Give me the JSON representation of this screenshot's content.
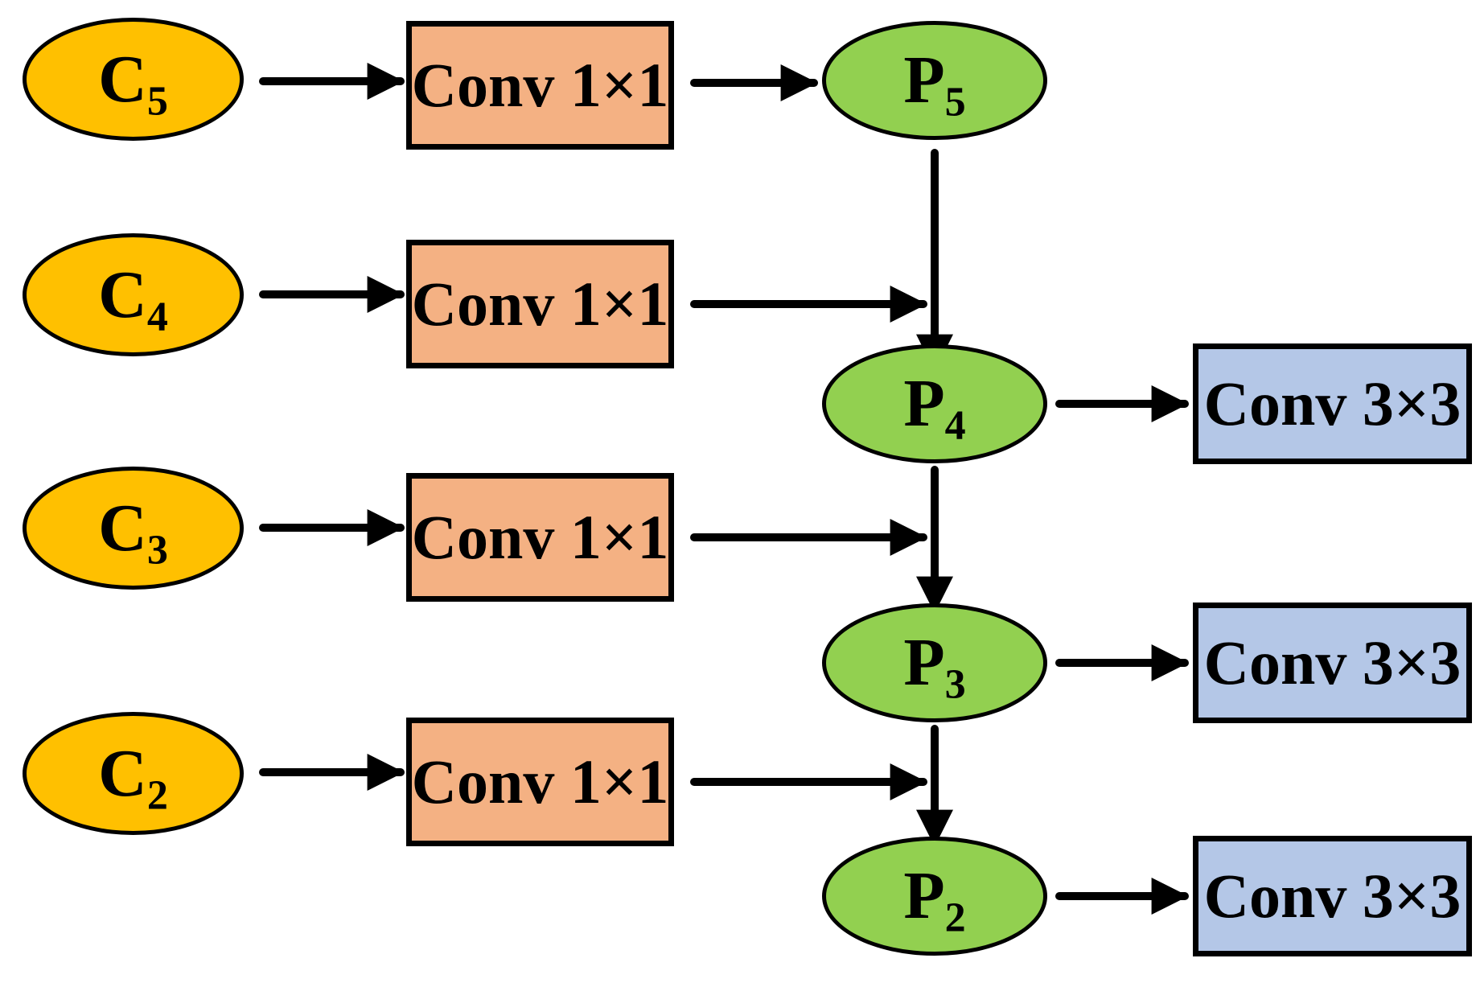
{
  "colors": {
    "c_ellipse_fill": "#FFC000",
    "p_ellipse_fill": "#92D050",
    "conv1x1_box_fill": "#F4B183",
    "conv3x3_box_fill": "#B4C7E7",
    "arrow_color": "#000000"
  },
  "nodes": {
    "c": [
      {
        "main": "C",
        "sub": "5"
      },
      {
        "main": "C",
        "sub": "4"
      },
      {
        "main": "C",
        "sub": "3"
      },
      {
        "main": "C",
        "sub": "2"
      }
    ],
    "conv1x1": [
      "Conv 1×1",
      "Conv 1×1",
      "Conv 1×1",
      "Conv 1×1"
    ],
    "p": [
      {
        "main": "P",
        "sub": "5"
      },
      {
        "main": "P",
        "sub": "4"
      },
      {
        "main": "P",
        "sub": "3"
      },
      {
        "main": "P",
        "sub": "2"
      }
    ],
    "conv3x3": [
      "Conv 3×3",
      "Conv 3×3",
      "Conv 3×3"
    ]
  },
  "edges": [
    {
      "from": "C5",
      "to": "Conv1x1-row1"
    },
    {
      "from": "Conv1x1-row1",
      "to": "P5"
    },
    {
      "from": "P5",
      "to": "P4"
    },
    {
      "from": "C4",
      "to": "Conv1x1-row2"
    },
    {
      "from": "Conv1x1-row2",
      "to": "P4"
    },
    {
      "from": "P4",
      "to": "Conv3x3-row1"
    },
    {
      "from": "P4",
      "to": "P3"
    },
    {
      "from": "C3",
      "to": "Conv1x1-row3"
    },
    {
      "from": "Conv1x1-row3",
      "to": "P3"
    },
    {
      "from": "P3",
      "to": "Conv3x3-row2"
    },
    {
      "from": "P3",
      "to": "P2"
    },
    {
      "from": "C2",
      "to": "Conv1x1-row4"
    },
    {
      "from": "Conv1x1-row4",
      "to": "P2"
    },
    {
      "from": "P2",
      "to": "Conv3x3-row3"
    }
  ]
}
